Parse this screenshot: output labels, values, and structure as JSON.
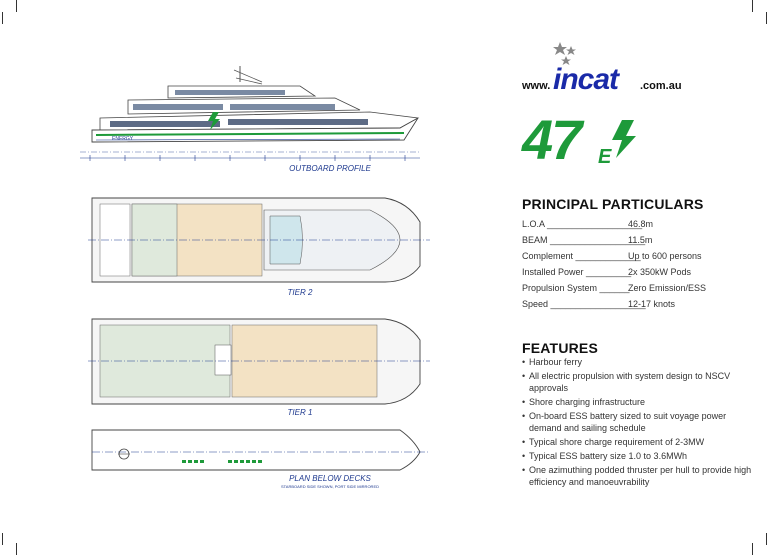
{
  "brand": {
    "prefix": "www.",
    "name": "incat",
    "suffix": ".com.au"
  },
  "model": {
    "number": "47",
    "letter": "E"
  },
  "drawings": {
    "outboard_label": "OUTBOARD PROFILE",
    "tier2_label": "TIER 2",
    "tier1_label": "TIER 1",
    "plan_label": "PLAN BELOW DECKS",
    "plan_sub": "STARBOARD SIDE SHOWN, PORT SIDE MIRRORED",
    "vessel_name": "ENERGY"
  },
  "particulars": {
    "heading": "PRINCIPAL PARTICULARS",
    "rows": [
      {
        "label": "L.O.A ___________________",
        "value": "46.8m"
      },
      {
        "label": "BEAM ___________________",
        "value": "11.5m"
      },
      {
        "label": "Complement _____________",
        "value": "Up to 600 persons"
      },
      {
        "label": "Installed Power _________",
        "value": "2x 350kW Pods"
      },
      {
        "label": "Propulsion System ______",
        "value": "Zero Emission/ESS"
      },
      {
        "label": "Speed ___________________",
        "value": "12-17 knots"
      }
    ]
  },
  "features": {
    "heading": "FEATURES",
    "items": [
      "Harbour ferry",
      "All electric propulsion with system design to NSCV approvals",
      "Shore charging infrastructure",
      "On-board ESS battery sized to suit voyage power demand and sailing schedule",
      "Typical shore charge requirement of 2-3MW",
      "Typical ESS battery size 1.0 to 3.6MWh",
      "One azimuthing podded thruster per hull to provide high efficiency and manoeuvrability"
    ]
  },
  "colors": {
    "accent_green": "#1e9a3a",
    "drawing_blue": "#1f3a8f",
    "seat_tan": "#f3e2c4",
    "seat_green": "#dfe9dc"
  }
}
